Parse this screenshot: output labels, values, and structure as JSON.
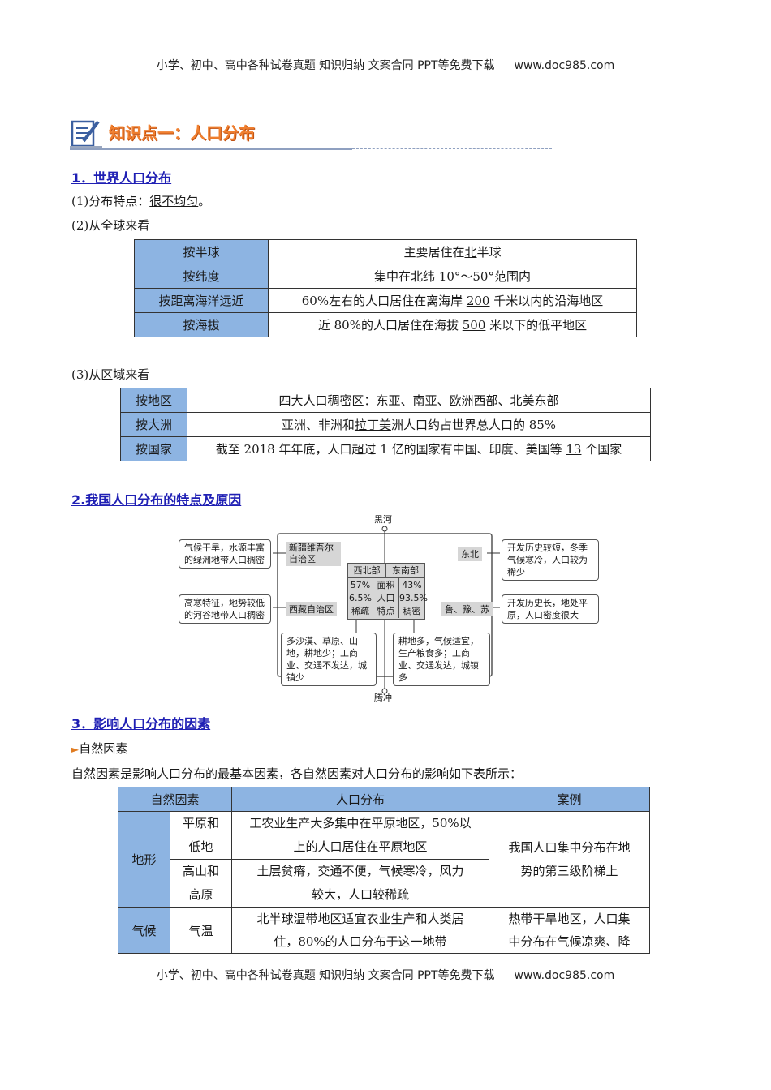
{
  "header": {
    "text": "小学、初中、高中各种试卷真题  知识归纳  文案合同  PPT等免费下载",
    "url": "www.doc985.com"
  },
  "footer": {
    "text": "小学、初中、高中各种试卷真题  知识归纳  文案合同  PPT等免费下载",
    "url": "www.doc985.com"
  },
  "banner": {
    "title": "知识点一：人口分布"
  },
  "s1": {
    "title": "1．世界人口分布",
    "p1_prefix": "(1)分布特点：",
    "p1_value": "很不均匀",
    "p1_suffix": "。",
    "p2": "(2)从全球来看",
    "global_rows": [
      {
        "label": "按半球",
        "pre": "主要居住在",
        "key": "北",
        "post": "半球"
      },
      {
        "label": "按纬度",
        "pre": "集中在北纬 10°～50°范围内",
        "key": "",
        "post": ""
      },
      {
        "label": "按距离海洋远近",
        "pre": "60%左右的人口居住在离海岸 ",
        "key": "200",
        "post": " 千米以内的沿海地区"
      },
      {
        "label": "按海拔",
        "pre": "近 80%的人口居住在海拔 ",
        "key": "500",
        "post": " 米以下的低平地区"
      }
    ],
    "p3": "(3)从区域来看",
    "region_rows": [
      {
        "label": "按地区",
        "pre": "四大人口稠密区：东亚、南亚、欧洲西部、北美东部",
        "key": "",
        "post": ""
      },
      {
        "label": "按大洲",
        "pre": "亚洲、非洲和",
        "key": "拉丁美",
        "post": "洲人口约占世界总人口的 85%"
      },
      {
        "label": "按国家",
        "pre": "截至 2018 年年底，人口超过 1 亿的国家有中国、印度、美国等 ",
        "key": "13",
        "post": " 个国家"
      }
    ]
  },
  "s2": {
    "title": "2.我国人口分布的特点及原因",
    "diagram": {
      "top": "黑河",
      "bottom": "腾冲",
      "left_note1": "气候干旱，水源丰富的绿洲地带人口稠密",
      "left_note2": "高寒特征，地势较低的河谷地带人口稠密",
      "right_note1": "开发历史较短，冬季气候寒冷，人口较为稀少",
      "right_note2": "开发历史长，地处平原，人口密度很大",
      "xinjiang": "新疆维吾尔自治区",
      "tibet": "西藏自治区",
      "dongbei": "东北",
      "luyusu": "鲁、豫、苏",
      "nw": "西北部",
      "se": "东南部",
      "area_nw": "57%",
      "area_label": "面积",
      "area_se": "43%",
      "pop_nw": "6.5%",
      "pop_label": "人口",
      "pop_se": "93.5%",
      "feat_nw": "稀疏",
      "feat_label": "特点",
      "feat_se": "稠密",
      "west_reason": "多沙漠、草原、山地，耕地少；工商业、交通不发达，城镇少",
      "east_reason": "耕地多，气候适宜，生产粮食多；工商业、交通发达，城镇多"
    }
  },
  "s3": {
    "title": "3．影响人口分布的因素",
    "bullet": "自然因素",
    "intro": "自然因素是影响人口分布的最基本因素，各自然因素对人口分布的影响如下表所示：",
    "headers": [
      "自然因素",
      "人口分布",
      "案例"
    ],
    "terrain": "地形",
    "plain_l1": "平原和",
    "plain_l2": "低地",
    "plain_d1": "工农业生产大多集中在平原地区，50%以",
    "plain_d2": "上的人口居住在平原地区",
    "high_l1": "高山和",
    "high_l2": "高原",
    "high_d1": "土层贫瘠，交通不便，气候寒冷，风力",
    "high_d2": "较大，人口较稀疏",
    "terrain_case1": "我国人口集中分布在地",
    "terrain_case2": "势的第三级阶梯上",
    "climate": "气候",
    "temp": "气温",
    "temp_d1": "北半球温带地区适宜农业生产和人类居",
    "temp_d2": "住，80%的人口分布于这一地带",
    "climate_case1": "热带干旱地区，人口集",
    "climate_case2": "中分布在气候凉爽、降"
  }
}
